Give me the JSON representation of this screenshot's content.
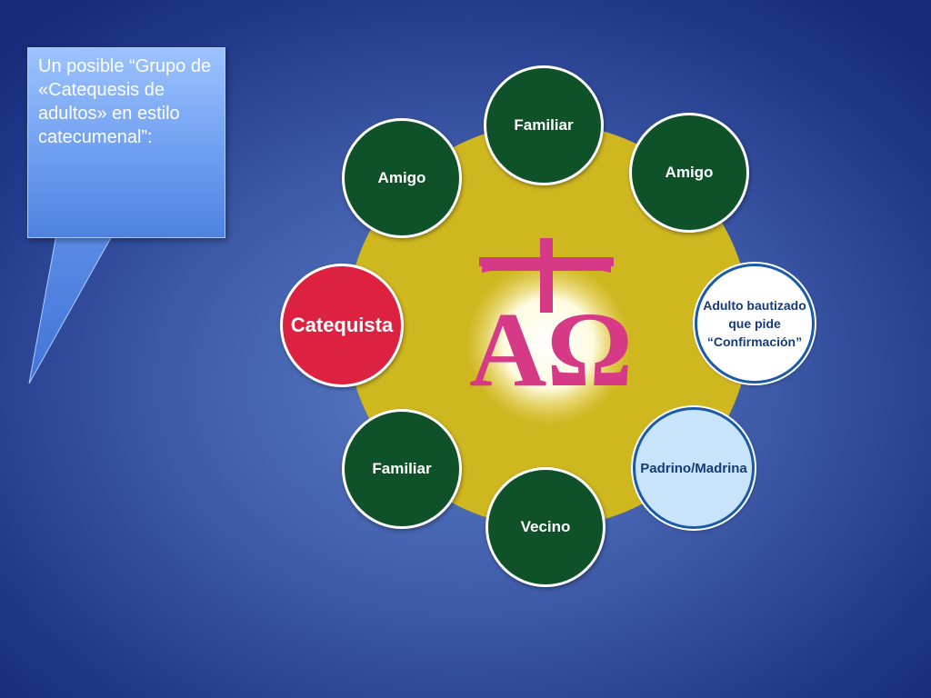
{
  "callout": {
    "text": "Un posible “Grupo de «Catequesis de adultos» en estilo catecumenal”:"
  },
  "diagram": {
    "center_symbol": {
      "letters": "AΩ"
    },
    "nodes": [
      {
        "id": "top",
        "label": "Familiar"
      },
      {
        "id": "upper-left",
        "label": "Amigo"
      },
      {
        "id": "upper-right",
        "label": "Amigo"
      },
      {
        "id": "left",
        "label": "Catequista"
      },
      {
        "id": "right",
        "label": "Adulto bautizado que pide “Confirmación”"
      },
      {
        "id": "lower-left",
        "label": "Familiar"
      },
      {
        "id": "bottom",
        "label": "Vecino"
      },
      {
        "id": "lower-right",
        "label": "Padrino/Madrina"
      }
    ]
  },
  "colors": {
    "background": "#3e5ba8",
    "callout": "#7aa8f4",
    "hub": "#cfb720",
    "member_fill": "#0f5129",
    "catechist_fill": "#dc2240",
    "candidate_fill": "#ffffff",
    "sponsor_fill": "#c7e4fa",
    "symbol": "#d63a86"
  }
}
